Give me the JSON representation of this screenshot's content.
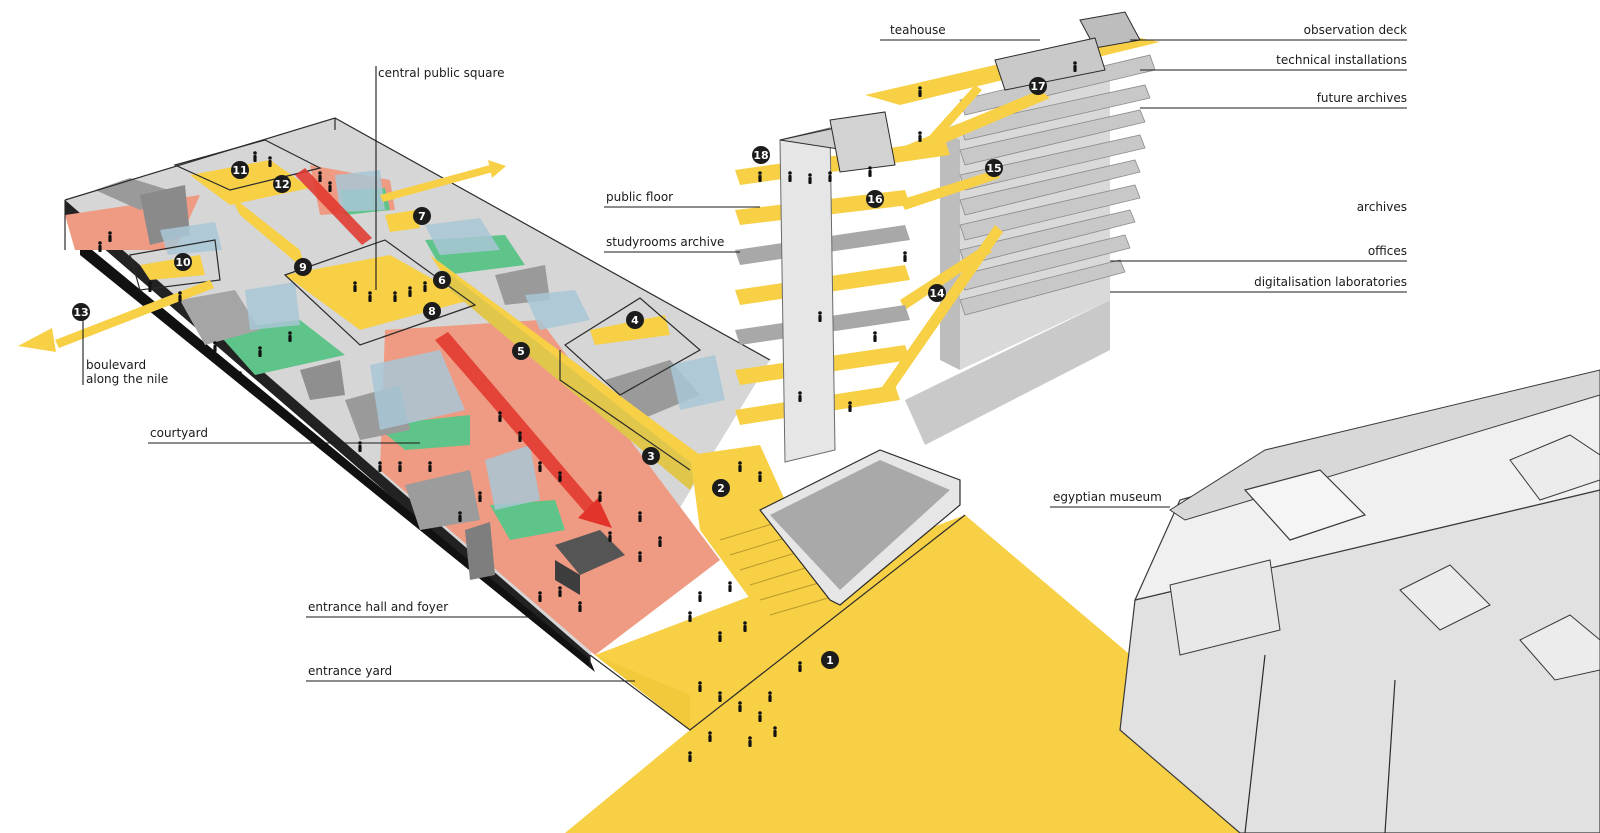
{
  "labels": {
    "teahouse": "teahouse",
    "observation_deck": "observation deck",
    "technical_installations": "technical installations",
    "future_archives": "future archives",
    "central_public_square": "central public square",
    "public_floor": "public floor",
    "studyrooms_archive": "studyrooms archive",
    "archives": "archives",
    "offices": "offices",
    "digitalisation_laboratories": "digitalisation laboratories",
    "boulevard_line1": "boulevard",
    "boulevard_line2": "along the nile",
    "courtyard": "courtyard",
    "egyptian_museum": "egyptian museum",
    "entrance_hall": "entrance hall and foyer",
    "entrance_yard": "entrance yard"
  },
  "markers": [
    "1",
    "2",
    "3",
    "4",
    "5",
    "6",
    "7",
    "8",
    "9",
    "10",
    "11",
    "12",
    "13",
    "14",
    "15",
    "16",
    "17",
    "18"
  ],
  "colors": {
    "public_yellow": "#f7d046",
    "foyer_red": "#ef9a82",
    "garden_green": "#5fc489",
    "glass_blue": "#a9c7d6",
    "massing_grey": "#9a9a9a",
    "arrow_red": "#e2342a",
    "marker_black": "#1c1c1c"
  }
}
